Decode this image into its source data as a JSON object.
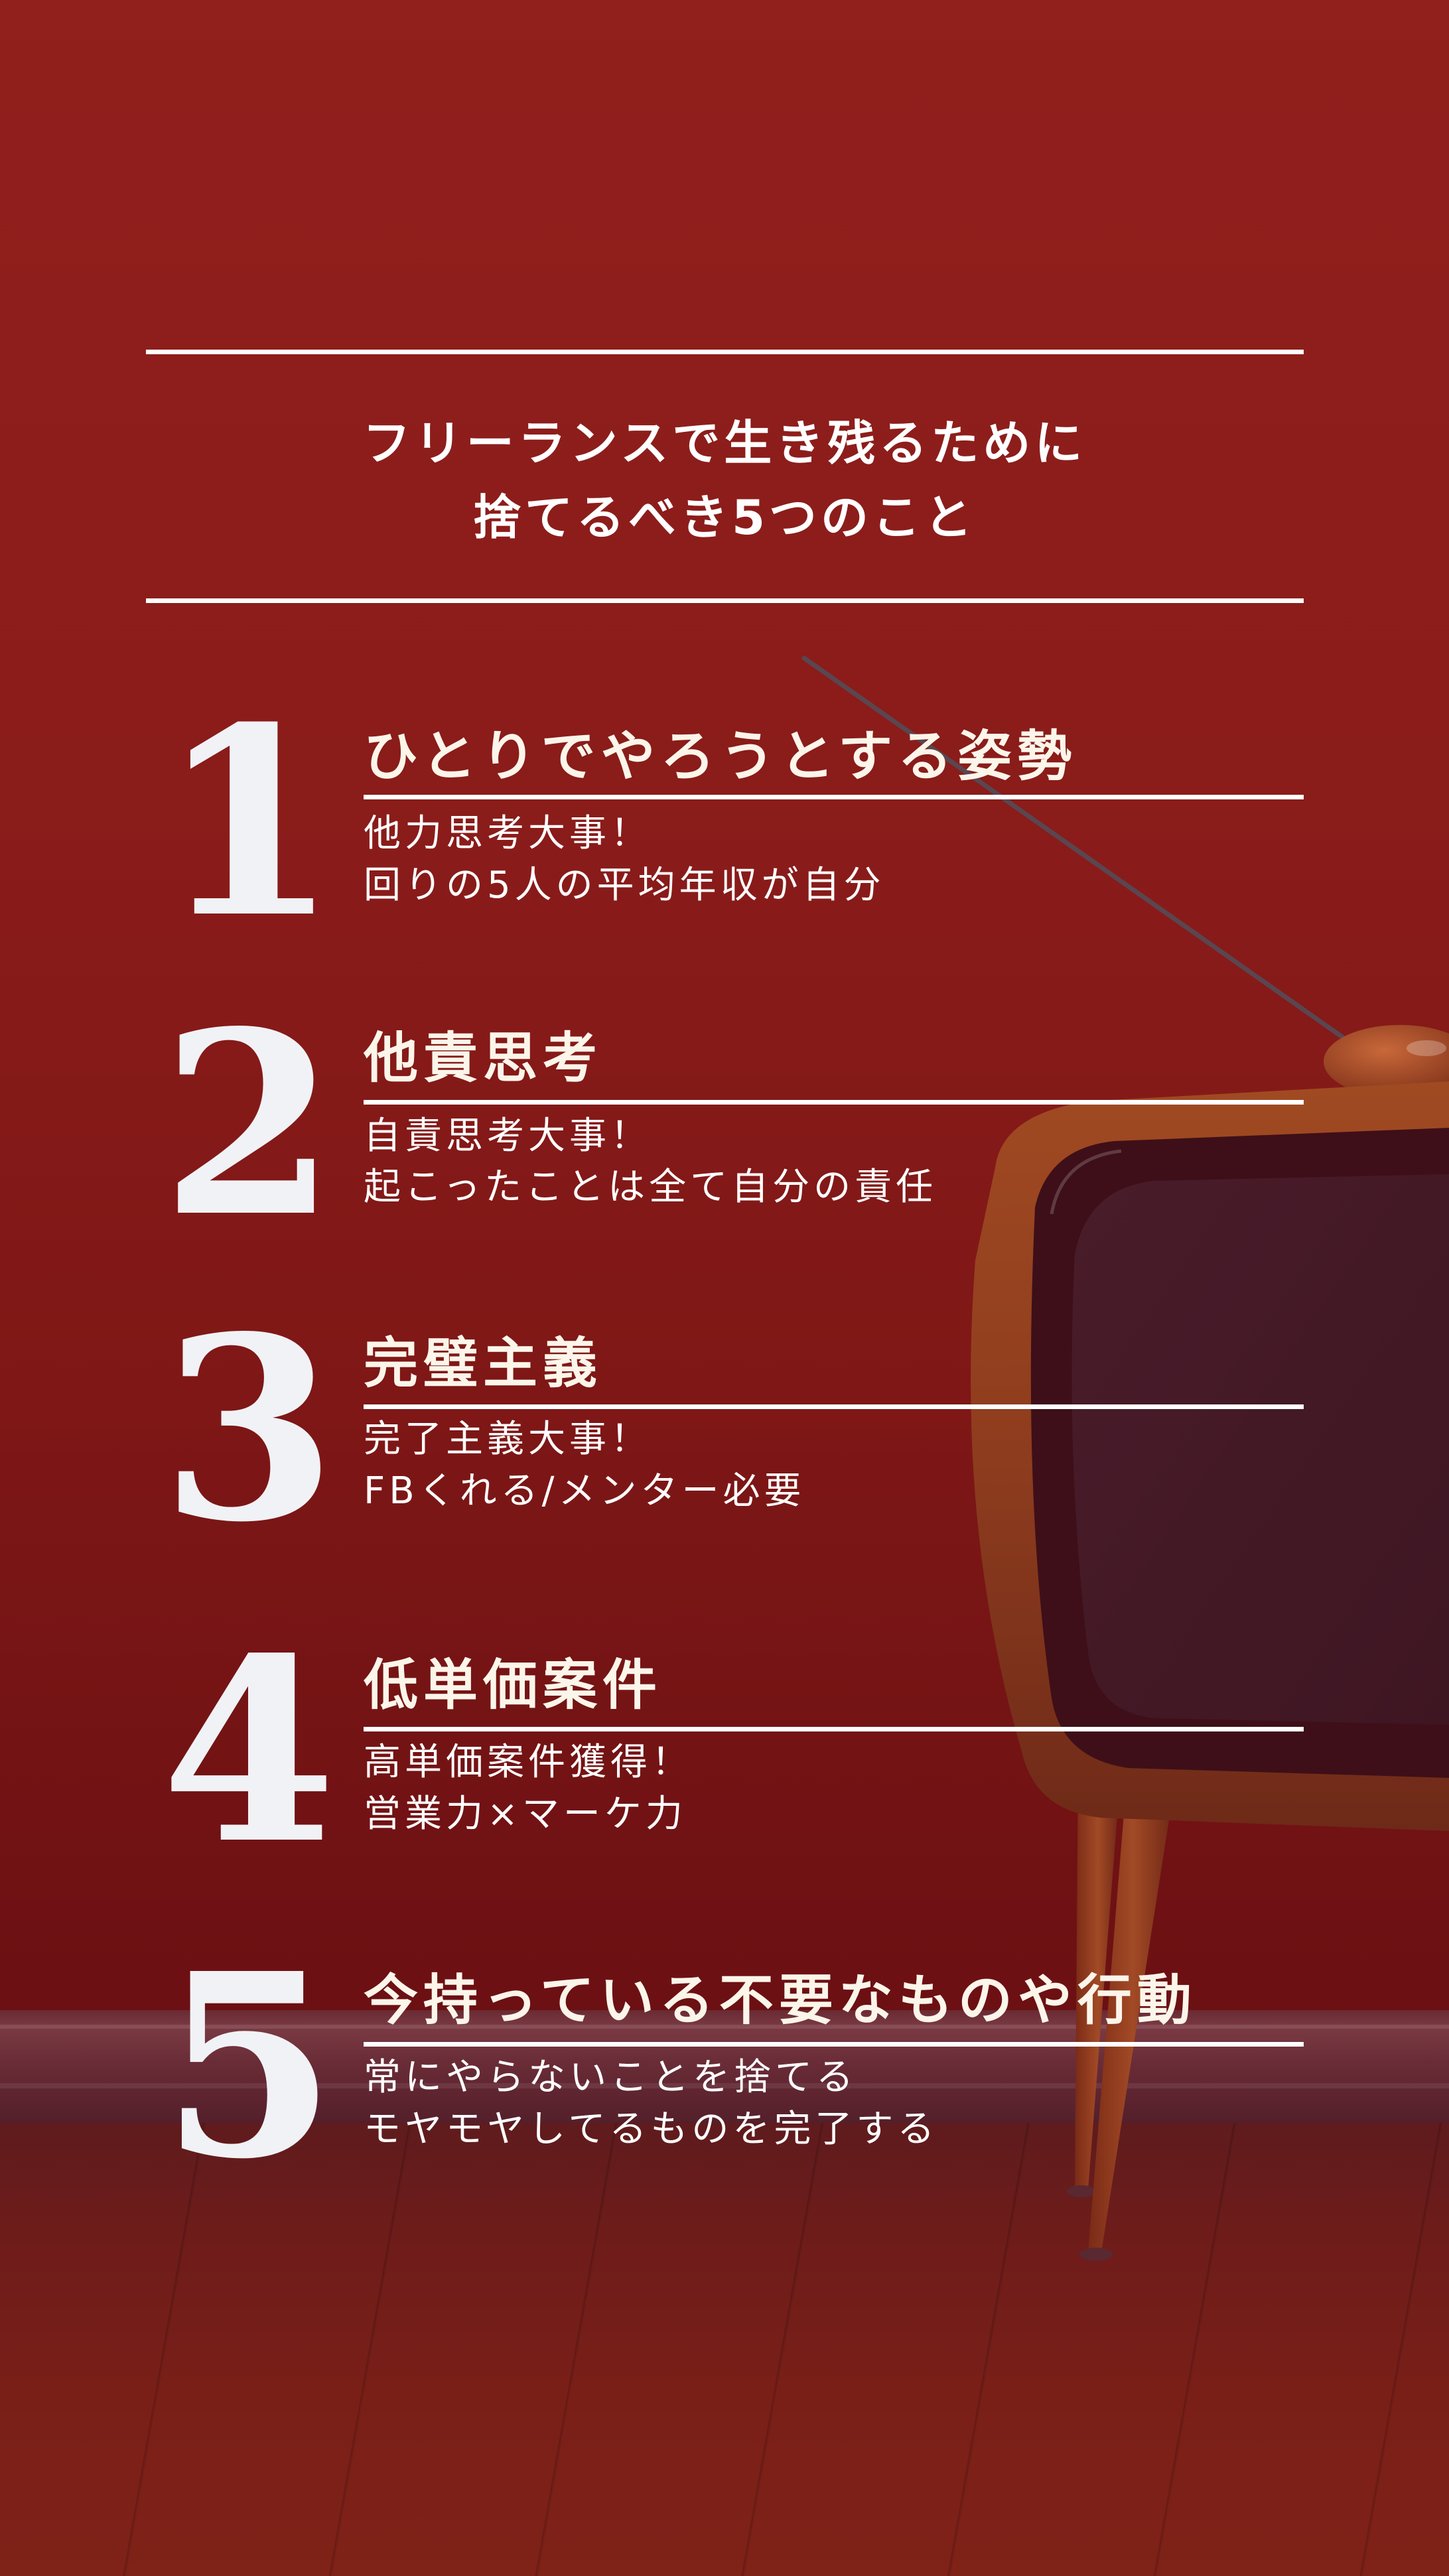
{
  "header": {
    "title_line1": "フリーランスで生き残るために",
    "title_line2": "捨てるべき5つのこと"
  },
  "items": [
    {
      "number": "1",
      "heading": "ひとりでやろうとする姿勢",
      "sub_line1": "他力思考大事！",
      "sub_line2": "回りの5人の平均年収が自分"
    },
    {
      "number": "2",
      "heading": "他責思考",
      "sub_line1": "自責思考大事！",
      "sub_line2": "起こったことは全て自分の責任"
    },
    {
      "number": "3",
      "heading": "完璧主義",
      "sub_line1": "完了主義大事！",
      "sub_line2": "FBくれる/メンター必要"
    },
    {
      "number": "4",
      "heading": "低単価案件",
      "sub_line1": "高単価案件獲得！",
      "sub_line2": "営業力×マーケ力"
    },
    {
      "number": "5",
      "heading": "今持っている不要なものや行動",
      "sub_line1": "常にやらないことを捨てる",
      "sub_line2": "モヤモヤしてるものを完了する"
    }
  ],
  "colors": {
    "background": "#8a1d1a",
    "text": "#ffffff",
    "number": "#f1f2f6",
    "tv_body": "#8a3a1c",
    "tv_screen": "#441a28"
  }
}
